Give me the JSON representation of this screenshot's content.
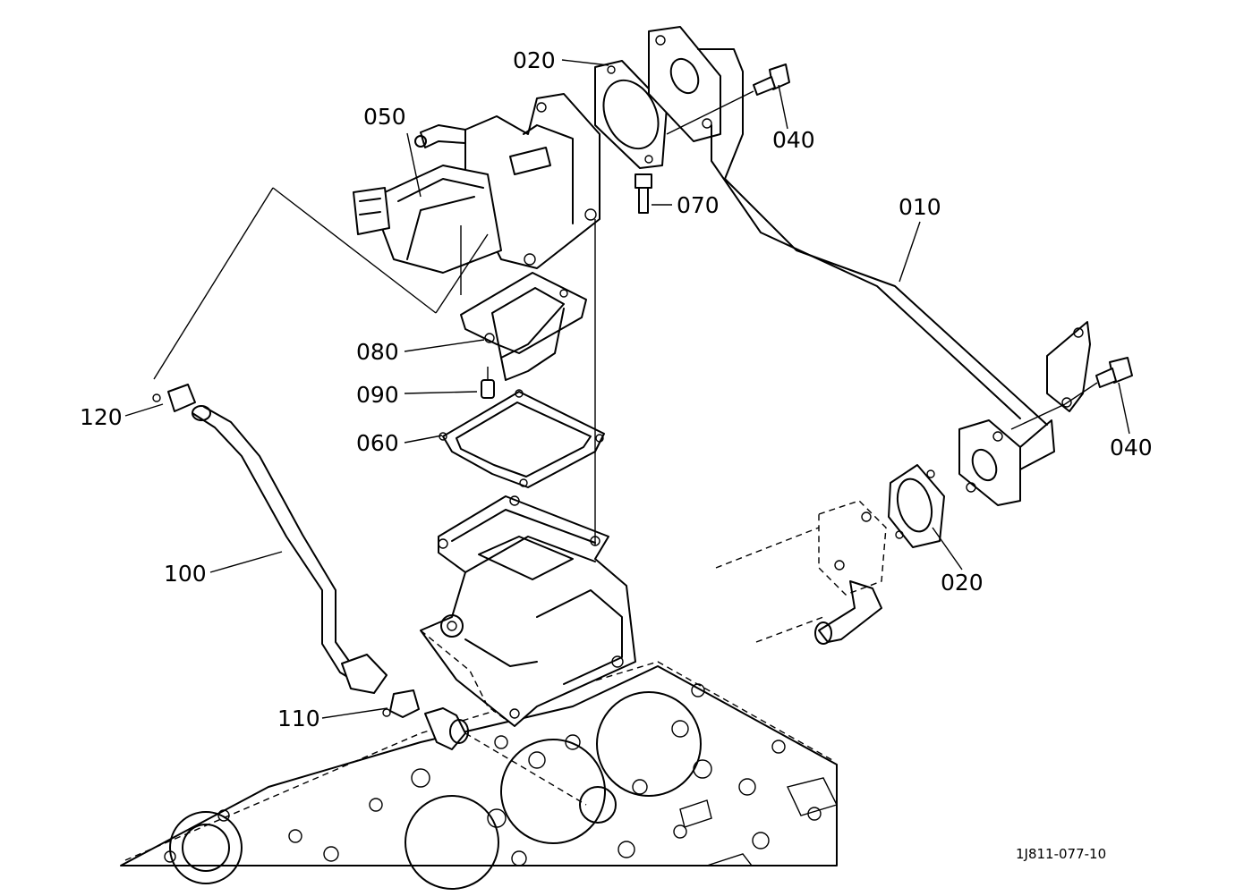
{
  "diagram": {
    "drawing_number": "1J811-077-10",
    "callouts": [
      {
        "id": "c010",
        "label": "010",
        "part": "egr-pipe"
      },
      {
        "id": "c020a",
        "label": "020",
        "part": "gasket-upper"
      },
      {
        "id": "c020b",
        "label": "020",
        "part": "gasket-lower"
      },
      {
        "id": "c040a",
        "label": "040",
        "part": "bolt-upper"
      },
      {
        "id": "c040b",
        "label": "040",
        "part": "bolt-right"
      },
      {
        "id": "c050",
        "label": "050",
        "part": "egr-valve"
      },
      {
        "id": "c060",
        "label": "060",
        "part": "gasket-manifold"
      },
      {
        "id": "c070",
        "label": "070",
        "part": "bolt-valve"
      },
      {
        "id": "c080",
        "label": "080",
        "part": "reed-valve-plate"
      },
      {
        "id": "c090",
        "label": "090",
        "part": "small-bolt"
      },
      {
        "id": "c100",
        "label": "100",
        "part": "coolant-hose"
      },
      {
        "id": "c110",
        "label": "110",
        "part": "hose-clamp-lower"
      },
      {
        "id": "c120",
        "label": "120",
        "part": "hose-clamp-upper"
      }
    ]
  }
}
